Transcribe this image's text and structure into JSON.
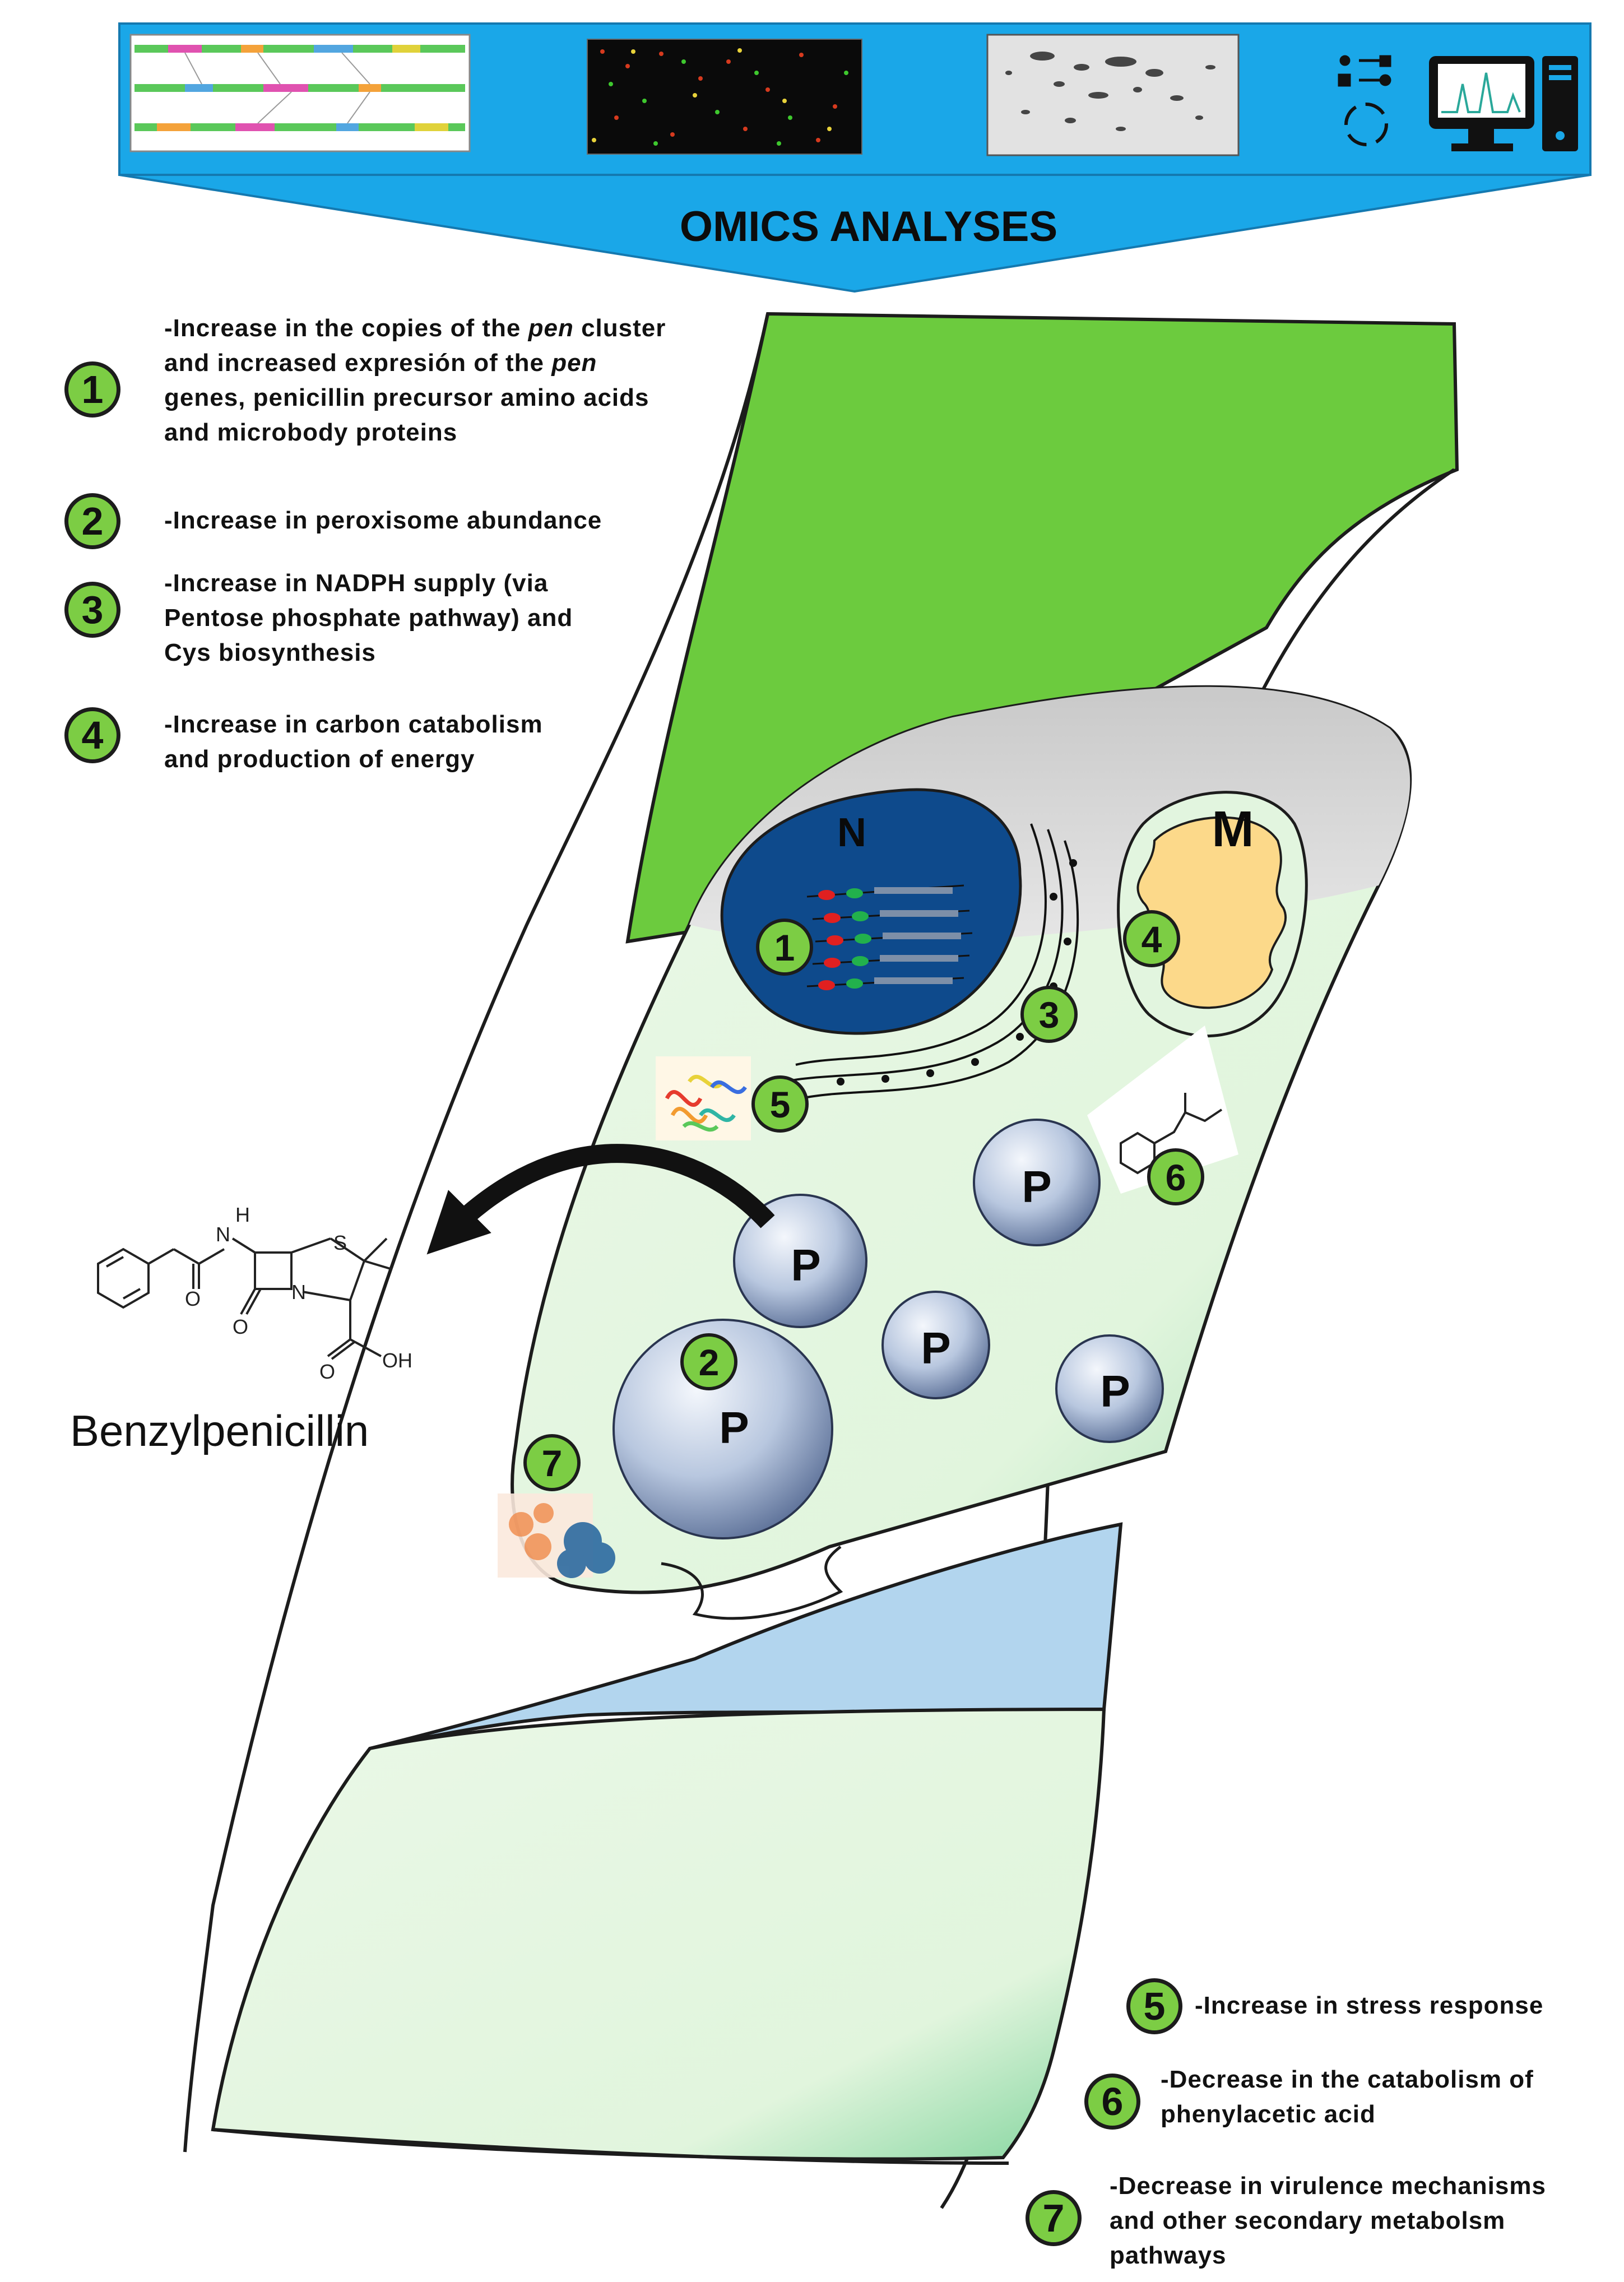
{
  "banner": {
    "title": "OMICS ANALYSES",
    "images": [
      "genome-alignment-thumbnail",
      "microarray-thumbnail",
      "2d-gel-thumbnail",
      "workflow-icon",
      "computer-icon"
    ]
  },
  "legend": [
    {
      "number": "1",
      "line1_a": "-Increase in the copies of the ",
      "line1_italic": "pen",
      "line1_b": " cluster",
      "line2_a": "and increased expresión of the ",
      "line2_italic": "pen",
      "line3": "genes, penicillin precursor amino acids",
      "line4": "and microbody proteins"
    },
    {
      "number": "2",
      "line1": "-Increase in peroxisome abundance"
    },
    {
      "number": "3",
      "line1": "-Increase in NADPH supply (via",
      "line2": "Pentose phosphate pathway) and",
      "line3": "Cys biosynthesis"
    },
    {
      "number": "4",
      "line1": "-Increase in carbon catabolism",
      "line2": "and production of energy"
    },
    {
      "number": "5",
      "line1": "-Increase in stress  response"
    },
    {
      "number": "6",
      "line1": "-Decrease in the catabolism of",
      "line2": "phenylacetic acid"
    },
    {
      "number": "7",
      "line1": "-Decrease in virulence mechanisms",
      "line2": "and other secondary metabolsm",
      "line3": "pathways"
    }
  ],
  "cell": {
    "nucleus_label": "N",
    "mitochondrion_label": "M",
    "peroxisome_label": "P",
    "markers": [
      "1",
      "2",
      "3",
      "4",
      "5",
      "6",
      "7"
    ]
  },
  "molecule": {
    "name": "Benzylpenicillin",
    "atoms": {
      "nh_n": "N",
      "nh_h": "H",
      "s": "S",
      "ring_n": "N",
      "carbonyl_o": "O",
      "acid_o": "O",
      "acid_oh": "OH"
    }
  },
  "colors": {
    "banner_blue": "#1aa7e8",
    "hypha_green": "#6ccb3e",
    "cytoplasm": "#e2f5df",
    "nucleus": "#0e4a8c",
    "mitochondrion": "#fcd98a",
    "vacuole": "#b2d5ee",
    "badge_green": "#7ccd44"
  }
}
